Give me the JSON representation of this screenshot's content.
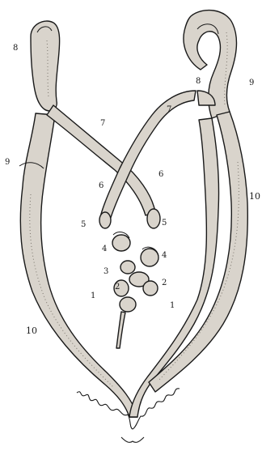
{
  "labels": {
    "l1": "1",
    "r1": "1",
    "l2": "2",
    "r2": "2",
    "l3": "3",
    "l4": "4",
    "r4": "4",
    "l5": "5",
    "r5": "5",
    "l6": "6",
    "r6": "6",
    "l7": "7",
    "r7": "7",
    "l8": "8",
    "r8": "8",
    "l9": "9",
    "r9": "9",
    "l10": "10",
    "r10": "10"
  }
}
